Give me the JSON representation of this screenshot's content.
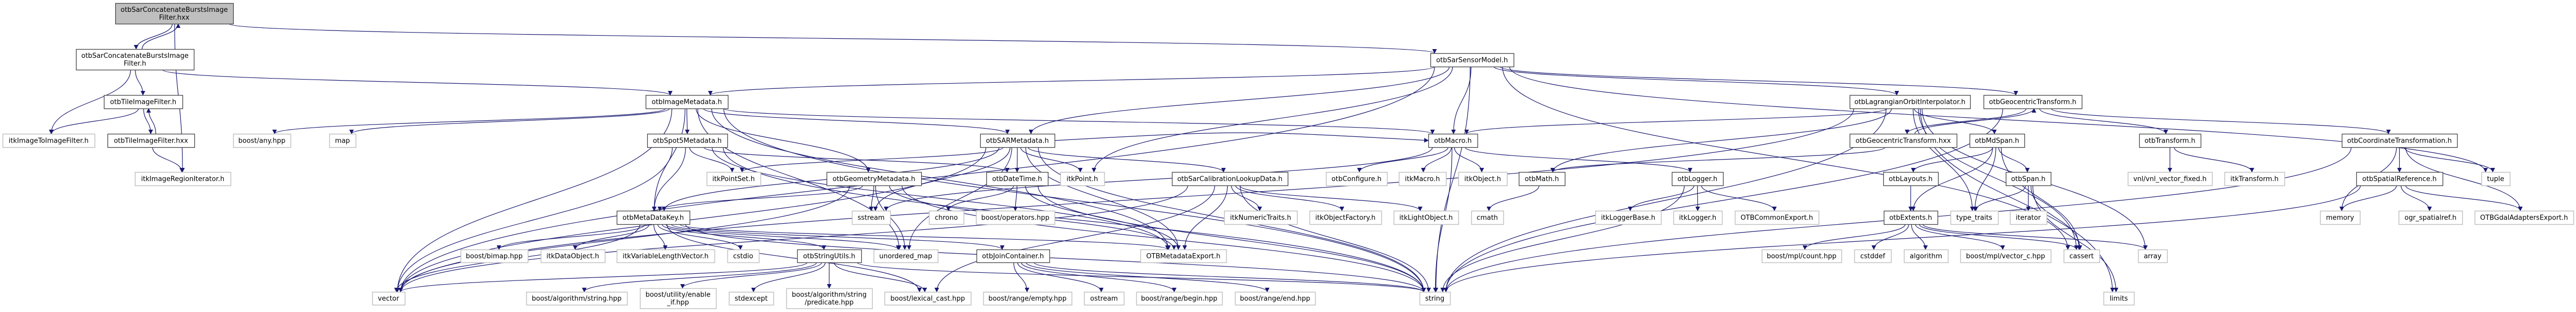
{
  "colors": {
    "edge": "#191970",
    "current_fill": "#bfbfbf",
    "internal_border": "#404040",
    "external_border": "#c0c0c0"
  },
  "nodes": [
    {
      "lines": [
        "otbSarConcatenateBurstsImage",
        "Filter.hxx"
      ],
      "kind": "current"
    },
    {
      "lines": [
        "otbSarConcatenateBurstsImage",
        "Filter.h"
      ],
      "kind": "internal"
    },
    {
      "lines": [
        "otbTileImageFilter.h"
      ],
      "kind": "internal"
    },
    {
      "lines": [
        "itkImageToImageFilter.h"
      ],
      "kind": "external"
    },
    {
      "lines": [
        "otbTileImageFilter.hxx"
      ],
      "kind": "internal"
    },
    {
      "lines": [
        "itkImageRegionIterator.h"
      ],
      "kind": "external"
    },
    {
      "lines": [
        "otbSarSensorModel.h"
      ],
      "kind": "internal"
    },
    {
      "lines": [
        "otbImageMetadata.h"
      ],
      "kind": "internal"
    },
    {
      "lines": [
        "boost/any.hpp"
      ],
      "kind": "external"
    },
    {
      "lines": [
        "map"
      ],
      "kind": "external"
    },
    {
      "lines": [
        "otbSpot5Metadata.h"
      ],
      "kind": "internal"
    },
    {
      "lines": [
        "otbSARMetadata.h"
      ],
      "kind": "internal"
    },
    {
      "lines": [
        "otbMacro.h"
      ],
      "kind": "internal"
    },
    {
      "lines": [
        "otbLagrangianOrbitInterpolator.h"
      ],
      "kind": "internal"
    },
    {
      "lines": [
        "otbGeocentricTransform.h"
      ],
      "kind": "internal"
    },
    {
      "lines": [
        "otbGeocentricTransform.hxx"
      ],
      "kind": "internal"
    },
    {
      "lines": [
        "otbMdSpan.h"
      ],
      "kind": "internal"
    },
    {
      "lines": [
        "otbTransform.h"
      ],
      "kind": "internal"
    },
    {
      "lines": [
        "otbCoordinateTransformation.h"
      ],
      "kind": "internal"
    },
    {
      "lines": [
        "itkPointSet.h"
      ],
      "kind": "external"
    },
    {
      "lines": [
        "otbGeometryMetadata.h"
      ],
      "kind": "internal"
    },
    {
      "lines": [
        "otbDateTime.h"
      ],
      "kind": "internal"
    },
    {
      "lines": [
        "itkPoint.h"
      ],
      "kind": "external"
    },
    {
      "lines": [
        "otbSarCalibrationLookupData.h"
      ],
      "kind": "internal"
    },
    {
      "lines": [
        "otbConfigure.h"
      ],
      "kind": "external"
    },
    {
      "lines": [
        "itkMacro.h"
      ],
      "kind": "external"
    },
    {
      "lines": [
        "itkObject.h"
      ],
      "kind": "external"
    },
    {
      "lines": [
        "otbMath.h"
      ],
      "kind": "internal"
    },
    {
      "lines": [
        "otbLogger.h"
      ],
      "kind": "internal"
    },
    {
      "lines": [
        "otbLayouts.h"
      ],
      "kind": "internal"
    },
    {
      "lines": [
        "otbSpan.h"
      ],
      "kind": "internal"
    },
    {
      "lines": [
        "vnl/vnl_vector_fixed.h"
      ],
      "kind": "external"
    },
    {
      "lines": [
        "itkTransform.h"
      ],
      "kind": "external"
    },
    {
      "lines": [
        "otbSpatialReference.h"
      ],
      "kind": "internal"
    },
    {
      "lines": [
        "tuple"
      ],
      "kind": "external"
    },
    {
      "lines": [
        "otbMetaDataKey.h"
      ],
      "kind": "internal"
    },
    {
      "lines": [
        "sstream"
      ],
      "kind": "external"
    },
    {
      "lines": [
        "chrono"
      ],
      "kind": "external"
    },
    {
      "lines": [
        "boost/operators.hpp"
      ],
      "kind": "external"
    },
    {
      "lines": [
        "itkNumericTraits.h"
      ],
      "kind": "external"
    },
    {
      "lines": [
        "itkObjectFactory.h"
      ],
      "kind": "external"
    },
    {
      "lines": [
        "itkLightObject.h"
      ],
      "kind": "external"
    },
    {
      "lines": [
        "cmath"
      ],
      "kind": "external"
    },
    {
      "lines": [
        "itkLoggerBase.h"
      ],
      "kind": "external"
    },
    {
      "lines": [
        "itkLogger.h"
      ],
      "kind": "external"
    },
    {
      "lines": [
        "OTBCommonExport.h"
      ],
      "kind": "external"
    },
    {
      "lines": [
        "otbExtents.h"
      ],
      "kind": "internal"
    },
    {
      "lines": [
        "type_traits"
      ],
      "kind": "external"
    },
    {
      "lines": [
        "iterator"
      ],
      "kind": "external"
    },
    {
      "lines": [
        "memory"
      ],
      "kind": "external"
    },
    {
      "lines": [
        "ogr_spatialref.h"
      ],
      "kind": "external"
    },
    {
      "lines": [
        "OTBGdalAdaptersExport.h"
      ],
      "kind": "external"
    },
    {
      "lines": [
        "boost/bimap.hpp"
      ],
      "kind": "external"
    },
    {
      "lines": [
        "itkDataObject.h"
      ],
      "kind": "external"
    },
    {
      "lines": [
        "itkVariableLengthVector.h"
      ],
      "kind": "external"
    },
    {
      "lines": [
        "cstdio"
      ],
      "kind": "external"
    },
    {
      "lines": [
        "otbStringUtils.h"
      ],
      "kind": "internal"
    },
    {
      "lines": [
        "unordered_map"
      ],
      "kind": "external"
    },
    {
      "lines": [
        "otbJoinContainer.h"
      ],
      "kind": "internal"
    },
    {
      "lines": [
        "OTBMetadataExport.h"
      ],
      "kind": "external"
    },
    {
      "lines": [
        "boost/mpl/count.hpp"
      ],
      "kind": "external"
    },
    {
      "lines": [
        "cstddef"
      ],
      "kind": "external"
    },
    {
      "lines": [
        "algorithm"
      ],
      "kind": "external"
    },
    {
      "lines": [
        "boost/mpl/vector_c.hpp"
      ],
      "kind": "external"
    },
    {
      "lines": [
        "cassert"
      ],
      "kind": "external"
    },
    {
      "lines": [
        "array"
      ],
      "kind": "external"
    },
    {
      "lines": [
        "vector"
      ],
      "kind": "external"
    },
    {
      "lines": [
        "boost/algorithm/string.hpp"
      ],
      "kind": "external"
    },
    {
      "lines": [
        "boost/utility/enable",
        "_if.hpp"
      ],
      "kind": "external"
    },
    {
      "lines": [
        "stdexcept"
      ],
      "kind": "external"
    },
    {
      "lines": [
        "boost/algorithm/string",
        "/predicate.hpp"
      ],
      "kind": "external"
    },
    {
      "lines": [
        "boost/lexical_cast.hpp"
      ],
      "kind": "external"
    },
    {
      "lines": [
        "boost/range/empty.hpp"
      ],
      "kind": "external"
    },
    {
      "lines": [
        "ostream"
      ],
      "kind": "external"
    },
    {
      "lines": [
        "boost/range/begin.hpp"
      ],
      "kind": "external"
    },
    {
      "lines": [
        "boost/range/end.hpp"
      ],
      "kind": "external"
    },
    {
      "lines": [
        "string"
      ],
      "kind": "external"
    },
    {
      "lines": [
        "limits"
      ],
      "kind": "external"
    }
  ],
  "edges": [
    [
      0,
      1
    ],
    [
      1,
      0
    ],
    [
      0,
      5
    ],
    [
      0,
      6
    ],
    [
      1,
      3
    ],
    [
      1,
      2
    ],
    [
      1,
      7
    ],
    [
      2,
      3
    ],
    [
      2,
      4
    ],
    [
      4,
      2
    ],
    [
      4,
      5
    ],
    [
      7,
      8
    ],
    [
      7,
      9
    ],
    [
      7,
      66
    ],
    [
      7,
      10
    ],
    [
      7,
      11
    ],
    [
      7,
      35
    ],
    [
      7,
      20
    ],
    [
      7,
      59
    ],
    [
      7,
      76
    ],
    [
      7,
      57
    ],
    [
      7,
      12
    ],
    [
      6,
      7
    ],
    [
      6,
      11
    ],
    [
      6,
      13
    ],
    [
      6,
      14
    ],
    [
      6,
      22
    ],
    [
      6,
      76
    ],
    [
      6,
      34
    ],
    [
      6,
      64
    ],
    [
      6,
      66
    ],
    [
      6,
      12
    ],
    [
      10,
      19
    ],
    [
      10,
      35
    ],
    [
      10,
      21
    ],
    [
      10,
      59
    ],
    [
      10,
      66
    ],
    [
      10,
      76
    ],
    [
      11,
      35
    ],
    [
      11,
      21
    ],
    [
      11,
      22
    ],
    [
      11,
      19
    ],
    [
      11,
      23
    ],
    [
      11,
      36
    ],
    [
      11,
      57
    ],
    [
      11,
      59
    ],
    [
      11,
      66
    ],
    [
      11,
      76
    ],
    [
      11,
      12
    ],
    [
      20,
      36
    ],
    [
      20,
      66
    ],
    [
      20,
      59
    ],
    [
      20,
      35
    ],
    [
      20,
      76
    ],
    [
      20,
      57
    ],
    [
      21,
      37
    ],
    [
      21,
      38
    ],
    [
      21,
      59
    ],
    [
      21,
      76
    ],
    [
      23,
      39
    ],
    [
      23,
      40
    ],
    [
      23,
      41
    ],
    [
      23,
      59
    ],
    [
      23,
      71
    ],
    [
      23,
      76
    ],
    [
      23,
      66
    ],
    [
      12,
      24
    ],
    [
      12,
      25
    ],
    [
      12,
      26
    ],
    [
      12,
      28
    ],
    [
      12,
      76
    ],
    [
      12,
      36
    ],
    [
      28,
      43
    ],
    [
      28,
      44
    ],
    [
      28,
      45
    ],
    [
      28,
      76
    ],
    [
      27,
      42
    ],
    [
      35,
      52
    ],
    [
      35,
      53
    ],
    [
      35,
      54
    ],
    [
      35,
      55
    ],
    [
      35,
      66
    ],
    [
      35,
      76
    ],
    [
      35,
      56
    ],
    [
      35,
      57
    ],
    [
      35,
      58
    ],
    [
      35,
      59
    ],
    [
      35,
      71
    ],
    [
      56,
      69
    ],
    [
      56,
      70
    ],
    [
      56,
      71
    ],
    [
      56,
      67
    ],
    [
      56,
      68
    ],
    [
      56,
      66
    ],
    [
      56,
      76
    ],
    [
      58,
      72
    ],
    [
      58,
      74
    ],
    [
      58,
      75
    ],
    [
      58,
      73
    ],
    [
      58,
      76
    ],
    [
      13,
      16
    ],
    [
      13,
      12
    ],
    [
      13,
      27
    ],
    [
      13,
      66
    ],
    [
      13,
      64
    ],
    [
      13,
      65
    ],
    [
      13,
      77
    ],
    [
      13,
      76
    ],
    [
      13,
      47
    ],
    [
      14,
      15
    ],
    [
      15,
      14
    ],
    [
      15,
      27
    ],
    [
      14,
      17
    ],
    [
      14,
      18
    ],
    [
      14,
      76
    ],
    [
      16,
      29
    ],
    [
      16,
      46
    ],
    [
      16,
      47
    ],
    [
      16,
      30
    ],
    [
      16,
      64
    ],
    [
      29,
      46
    ],
    [
      46,
      60
    ],
    [
      46,
      61
    ],
    [
      46,
      62
    ],
    [
      46,
      63
    ],
    [
      46,
      64
    ],
    [
      46,
      65
    ],
    [
      30,
      47
    ],
    [
      30,
      48
    ],
    [
      30,
      64
    ],
    [
      30,
      77
    ],
    [
      17,
      31
    ],
    [
      17,
      32
    ],
    [
      18,
      49
    ],
    [
      18,
      33
    ],
    [
      18,
      51
    ],
    [
      18,
      34
    ],
    [
      18,
      76
    ],
    [
      33,
      49
    ],
    [
      33,
      50
    ],
    [
      33,
      51
    ],
    [
      33,
      76
    ]
  ]
}
